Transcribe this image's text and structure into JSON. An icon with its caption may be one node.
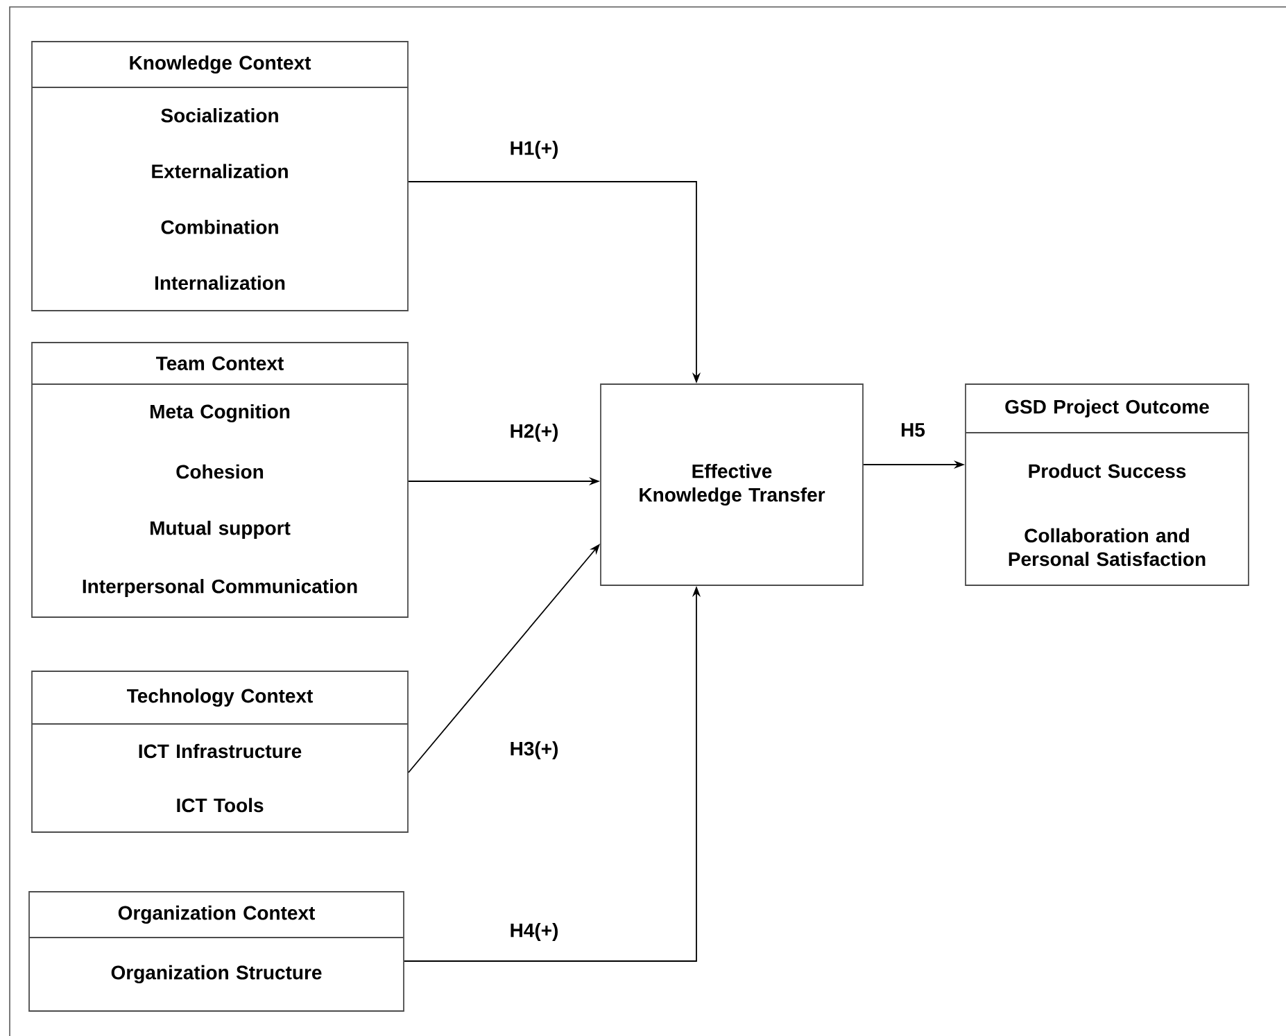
{
  "diagram": {
    "nodes": [
      {
        "text": [
          "Knowledge Context",
          "Socialization",
          "Externalization",
          "Combination",
          "Internalization"
        ]
      },
      {
        "text": [
          "Team Context",
          "Meta Cognition",
          "Cohesion",
          "Mutual support",
          "Interpersonal Communication"
        ]
      },
      {
        "text": [
          "Technology Context",
          "ICT Infrastructure",
          "ICT Tools"
        ]
      },
      {
        "text": [
          "Organization Context",
          "Organization Structure"
        ]
      },
      {
        "text": [
          "Effective Knowledge Transfer"
        ]
      },
      {
        "text": [
          "GSD Project Outcome",
          "Product Success",
          "Collaboration and Personal Satisfaction"
        ]
      }
    ],
    "edges": [
      {
        "from": 0,
        "to": 4,
        "arrow": "to",
        "label": "H1(+)"
      },
      {
        "from": 1,
        "to": 4,
        "arrow": "to",
        "label": "H2(+)"
      },
      {
        "from": 2,
        "to": 4,
        "arrow": "to",
        "label": "H3(+)"
      },
      {
        "from": 3,
        "to": 4,
        "arrow": "to",
        "label": "H4(+)"
      },
      {
        "from": 4,
        "to": 5,
        "arrow": "to",
        "label": "H5"
      }
    ]
  }
}
